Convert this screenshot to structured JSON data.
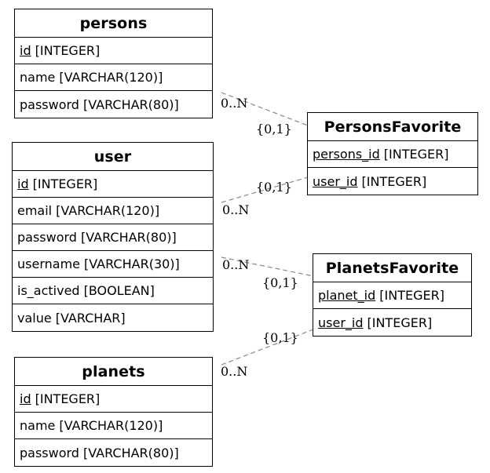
{
  "entities": {
    "persons": {
      "title": "persons",
      "rows": [
        {
          "name": "id",
          "type": "[INTEGER]"
        },
        {
          "name": "name",
          "type": "[VARCHAR(120)]"
        },
        {
          "name": "password",
          "type": "[VARCHAR(80)]"
        }
      ]
    },
    "user": {
      "title": "user",
      "rows": [
        {
          "name": "id",
          "type": "[INTEGER]"
        },
        {
          "name": "email",
          "type": "[VARCHAR(120)]"
        },
        {
          "name": "password",
          "type": "[VARCHAR(80)]"
        },
        {
          "name": "username",
          "type": "[VARCHAR(30)]"
        },
        {
          "name": "is_actived",
          "type": "[BOOLEAN]"
        },
        {
          "name": "value",
          "type": "[VARCHAR]"
        }
      ]
    },
    "planets": {
      "title": "planets",
      "rows": [
        {
          "name": "id",
          "type": "[INTEGER]"
        },
        {
          "name": "name",
          "type": "[VARCHAR(120)]"
        },
        {
          "name": "password",
          "type": "[VARCHAR(80)]"
        }
      ]
    },
    "persons_favorite": {
      "title": "PersonsFavorite",
      "rows": [
        {
          "name": "persons_id",
          "type": "[INTEGER]"
        },
        {
          "name": "user_id",
          "type": "[INTEGER]"
        }
      ]
    },
    "planets_favorite": {
      "title": "PlanetsFavorite",
      "rows": [
        {
          "name": "planet_id",
          "type": "[INTEGER]"
        },
        {
          "name": "user_id",
          "type": "[INTEGER]"
        }
      ]
    }
  },
  "relationships": {
    "persons_to_pf": {
      "many": "0..N",
      "one": "{0,1}"
    },
    "user_to_pf": {
      "many": "0..N",
      "one": "{0,1}"
    },
    "user_to_plf": {
      "many": "0..N",
      "one": "{0,1}"
    },
    "planets_to_plf": {
      "many": "0..N",
      "one": "{0,1}"
    }
  },
  "colors": {
    "border": "#000000",
    "connector": "#888888",
    "background": "#ffffff"
  }
}
